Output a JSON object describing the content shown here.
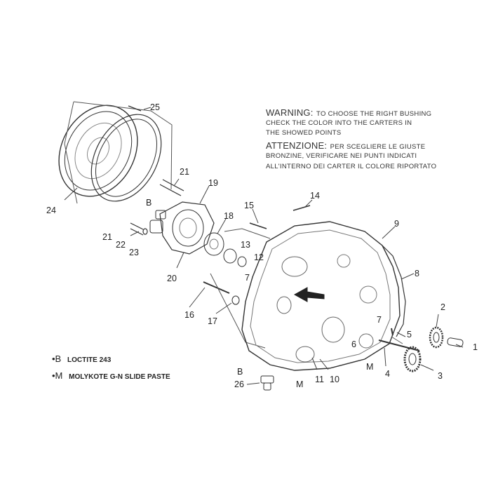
{
  "warning": {
    "en_heading": "WARNING:",
    "en_line1_rest": "TO CHOOSE THE RIGHT BUSHING",
    "en_line2": "CHECK THE COLOR INTO THE CARTERS IN",
    "en_line3": "THE SHOWED POINTS",
    "it_heading": "ATTENZIONE:",
    "it_line1_rest": "PER SCEGLIERE LE GIUSTE",
    "it_line2": "BRONZINE, VERIFICARE NEI PUNTI INDICATI",
    "it_line3": "ALL'INTERNO DEI CARTER IL COLORE RIPORTATO"
  },
  "legend": [
    {
      "symbol": "•B",
      "text": "LOCTITE 243"
    },
    {
      "symbol": "•M",
      "text": "MOLYKOTE G-N SLIDE PASTE"
    }
  ],
  "callouts": {
    "c1": "1",
    "c2": "2",
    "c3": "3",
    "c4": "4",
    "c5": "5",
    "c6": "6",
    "c7a": "7",
    "c7b": "7",
    "c8": "8",
    "c9": "9",
    "c10": "10",
    "c11": "11",
    "c12": "12",
    "c13": "13",
    "c14": "14",
    "c15": "15",
    "c16": "16",
    "c17": "17",
    "c18": "18",
    "c19": "19",
    "c20": "20",
    "c21a": "21",
    "c21b": "21",
    "c22": "22",
    "c23": "23",
    "c24": "24",
    "c25": "25",
    "c26": "26",
    "mB1": "B",
    "mB2": "B",
    "mM1": "M",
    "mM2": "M"
  }
}
